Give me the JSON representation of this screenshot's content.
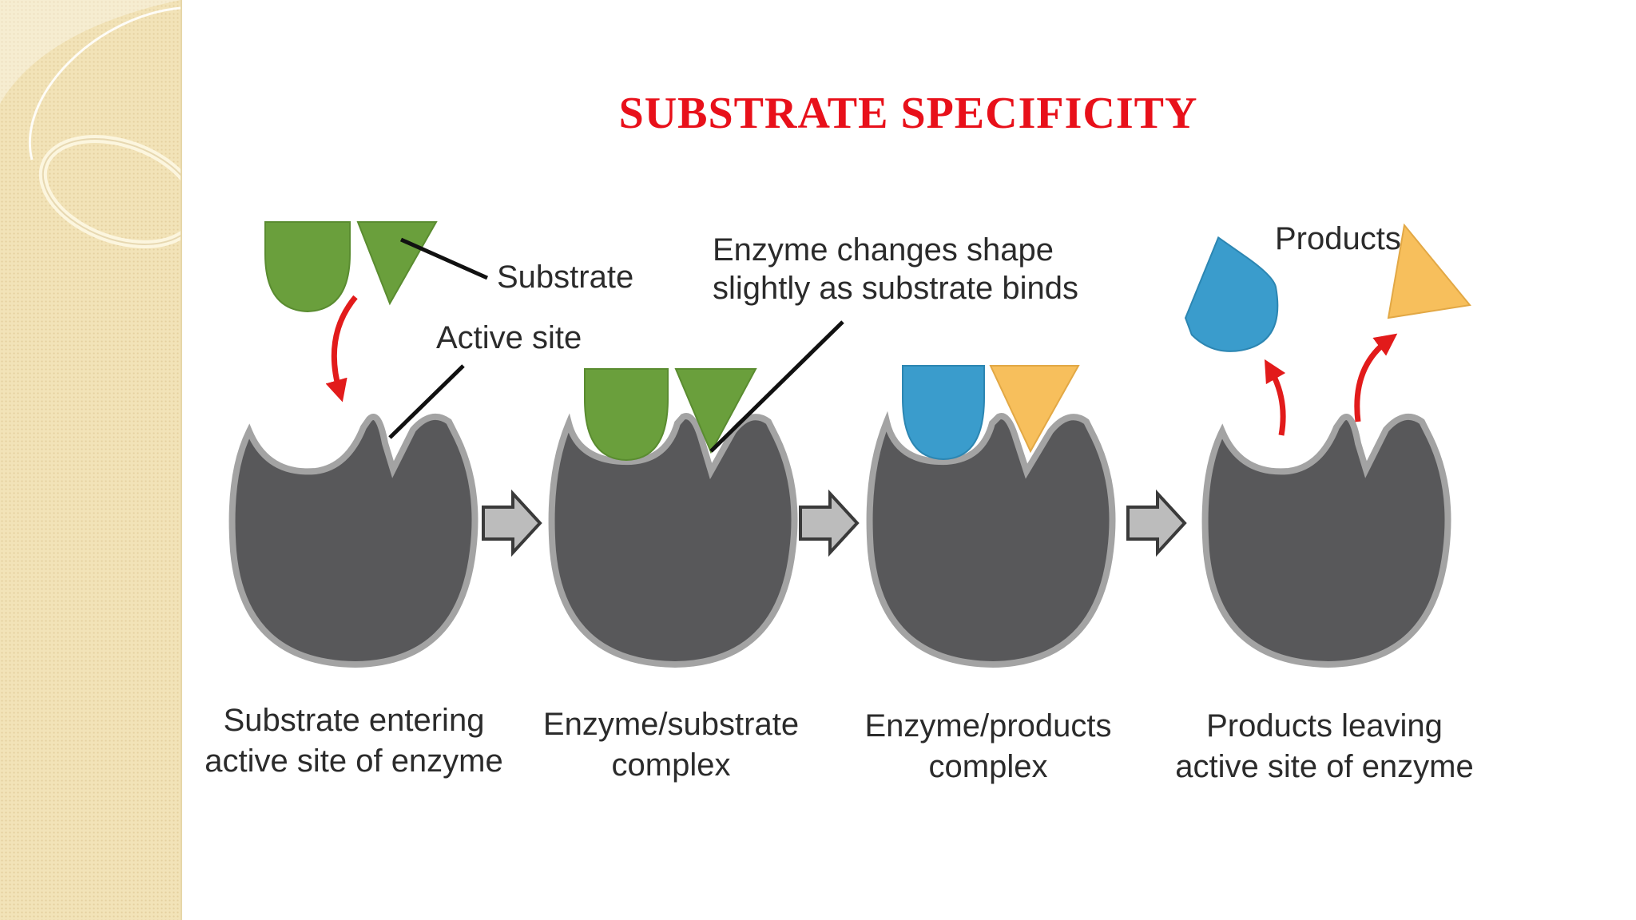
{
  "title": "SUBSTRATE SPECIFICITY",
  "labels": {
    "substrate": "Substrate",
    "active_site": "Active site",
    "enzyme_changes_line1": "Enzyme changes shape",
    "enzyme_changes_line2": "slightly as substrate binds",
    "products": "Products"
  },
  "stages": [
    {
      "line1": "Substrate entering",
      "line2": "active site of enzyme"
    },
    {
      "line1": "Enzyme/substrate",
      "line2": "complex"
    },
    {
      "line1": "Enzyme/products",
      "line2": "complex"
    },
    {
      "line1": "Products leaving",
      "line2": "active site of enzyme"
    }
  ],
  "colors": {
    "title": "#e8101a",
    "enzyme": "#58585a",
    "enzyme_outline": "#a3a3a3",
    "substrate": "#6a9f3c",
    "product_blue": "#3a9ccc",
    "product_yellow": "#f7bf5c",
    "arrow_red": "#e21b1b",
    "side_panel": "#f2e3b8"
  }
}
